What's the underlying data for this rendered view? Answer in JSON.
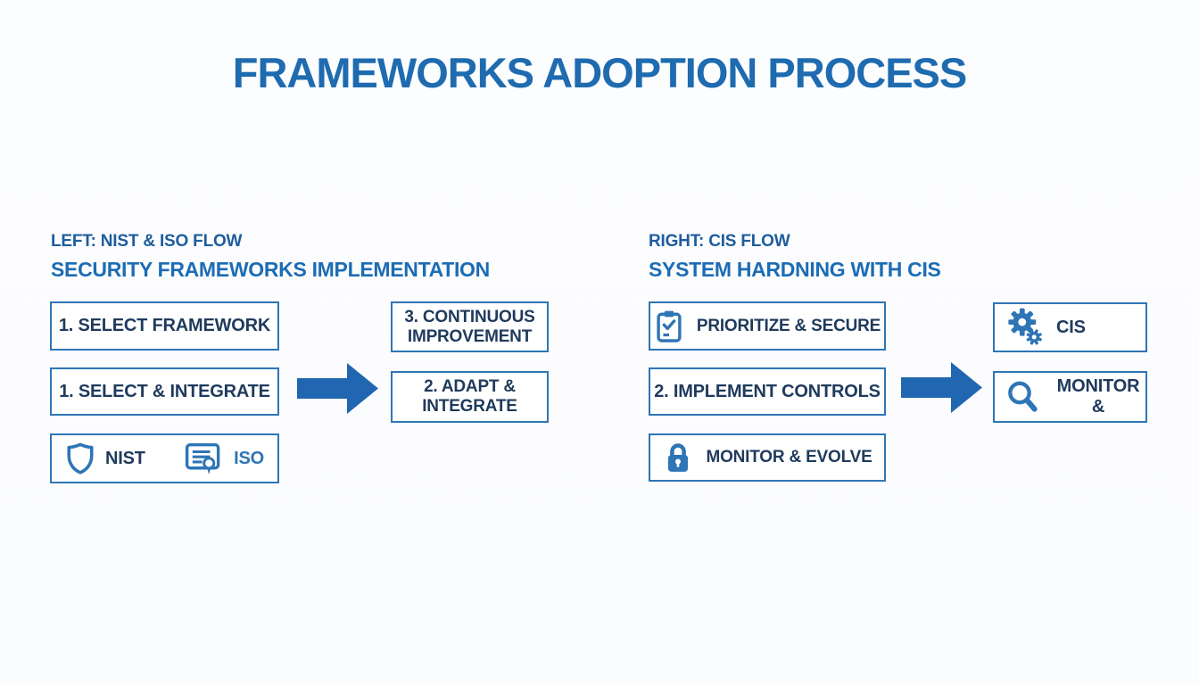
{
  "title": "FRAMEWORKS ADOPTION PROCESS",
  "left_flow": {
    "label": "LEFT: NIST & ISO FLOW",
    "heading": "SECURITY FRAMEWORKS IMPLEMENTATION",
    "steps": [
      "1. SELECT FRAMEWORK",
      "1. SELECT & INTEGRATE"
    ],
    "badges": [
      {
        "icon": "shield-icon",
        "label": "NIST"
      },
      {
        "icon": "certificate-icon",
        "label": "ISO"
      }
    ],
    "results": [
      {
        "line1": "3. CONTINUOUS",
        "line2": "IMPROVEMENT"
      },
      {
        "line1": "2. ADAPT &",
        "line2": "INTEGRATE"
      }
    ]
  },
  "right_flow": {
    "label": "RIGHT: CIS FLOW",
    "heading": "SYSTEM HARDNING WITH CIS",
    "steps": [
      {
        "icon": "clipboard-check-icon",
        "label": "PRIORITIZE & SECURE"
      },
      {
        "icon": "",
        "label": "2. IMPLEMENT CONTROLS"
      },
      {
        "icon": "lock-icon",
        "label": "MONITOR & EVOLVE"
      }
    ],
    "results": [
      {
        "icon": "gears-icon",
        "label": "CIS"
      },
      {
        "icon": "magnifier-icon",
        "label": "MONITOR &"
      }
    ]
  },
  "colors": {
    "title": "#1E6BB0",
    "flow_label": "#1E5C9E",
    "flow_heading": "#1C6CB4",
    "box_border": "#2E75B6",
    "box_text": "#1F3A5C",
    "arrow": "#2166B0",
    "icon_blue": "#2E75B6",
    "iso_label": "#2E75B6",
    "background": "#FCFDFE"
  }
}
